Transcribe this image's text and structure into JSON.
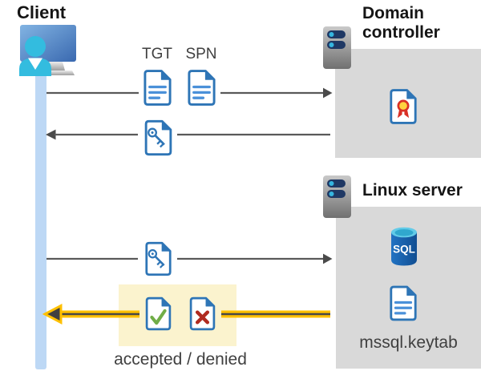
{
  "client": {
    "label": "Client"
  },
  "domain_controller": {
    "label": "Domain controller"
  },
  "linux_server": {
    "label": "Linux server",
    "sql_badge": "SQL",
    "keytab_label": "mssql.keytab"
  },
  "tickets": {
    "tgt": "TGT",
    "spn": "SPN"
  },
  "result": {
    "label": "accepted / denied"
  },
  "icons": [
    "client-workstation-icon",
    "server-icon",
    "document-icon",
    "key-document-icon",
    "certificate-icon",
    "sql-database-icon",
    "check-document-icon",
    "denied-document-icon"
  ],
  "colors": {
    "doc_blue": "#2E75B6",
    "doc_line_blue": "#4A90D9",
    "line_gray": "#595959",
    "arrowhead_gray": "#4a4a4a",
    "box_gray": "#D9D9D9",
    "highlight_yellow": "#FBF3CE",
    "arrow_gold": "#FFC000",
    "timeline_blue": "#BDD8F5",
    "check_green": "#70AD47",
    "deny_red": "#B02B20",
    "cert_yellow": "#FFD23E",
    "cert_red": "#D93025",
    "sql_blue": "#1664B0",
    "sql_cyan": "#30A8CE",
    "person_cyan": "#33BCDF",
    "pill_navy": "#1F3864"
  }
}
